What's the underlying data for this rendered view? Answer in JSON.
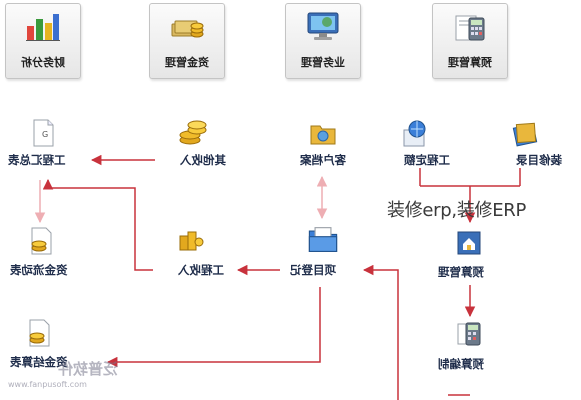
{
  "modules": [
    {
      "label": "财务分析",
      "icon": "chart-icon"
    },
    {
      "label": "资金管理",
      "icon": "money-icon"
    },
    {
      "label": "业务管理",
      "icon": "monitor-icon"
    },
    {
      "label": "预算管理",
      "icon": "calculator-icon"
    }
  ],
  "nodes": {
    "project_summary": "工程汇总表",
    "other_income": "其他收入",
    "customer_file": "客户档案",
    "engineering_quota": "工程定额",
    "decoration_catalog": "装修目录",
    "fund_flow": "资金流动表",
    "project_income": "工程收入",
    "project_register": "项目登记",
    "budget_management": "预算管理",
    "fund_statement": "资金结算表",
    "budget_compile": "预算编制"
  },
  "overlay_caption": "装修erp,装修ERP",
  "watermark": {
    "text": "泛普软件",
    "url": "www.fanpusoft.com"
  },
  "colors": {
    "arrow_red": "#c8323c",
    "arrow_pink": "#eeaeb3"
  }
}
